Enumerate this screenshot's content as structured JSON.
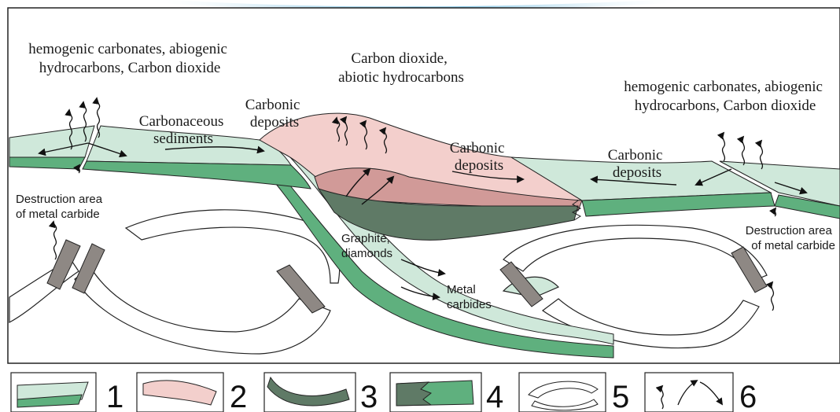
{
  "labels": {
    "top_left": [
      "hemogenic carbonates, abiogenic",
      "hydrocarbons, Carbon dioxide"
    ],
    "top_center": [
      "Carbon dioxide,",
      "abiotic hydrocarbons"
    ],
    "top_right": [
      "hemogenic carbonates, abiogenic",
      "hydrocarbons, Carbon dioxide"
    ],
    "carbonaceous_sediments": [
      "Carbonaceous",
      "sediments"
    ],
    "carbonic_deposits_1": [
      "Carbonic",
      "deposits"
    ],
    "carbonic_deposits_2": [
      "Carbonic",
      "deposits"
    ],
    "carbonic_deposits_3": [
      "Carbonic",
      "deposits"
    ],
    "destruction_left": [
      "Destruction area",
      "of metal carbide"
    ],
    "destruction_right": [
      "Destruction area",
      "of metal carbide"
    ],
    "graphite": [
      "Graphite,",
      "diamonds"
    ],
    "metal_carbides": [
      "Metal",
      "carbides"
    ]
  },
  "legend": [
    "1",
    "2",
    "3",
    "4",
    "5",
    "6"
  ],
  "colors": {
    "light_green": "#cfe8da",
    "dark_green": "#5fb07e",
    "pink": "#f3cfcc",
    "dark_pink": "#d19a98",
    "dark_slate": "#5f7a66",
    "carbide_block": "#8e8884",
    "accent_blue": "#3ea7d9"
  }
}
